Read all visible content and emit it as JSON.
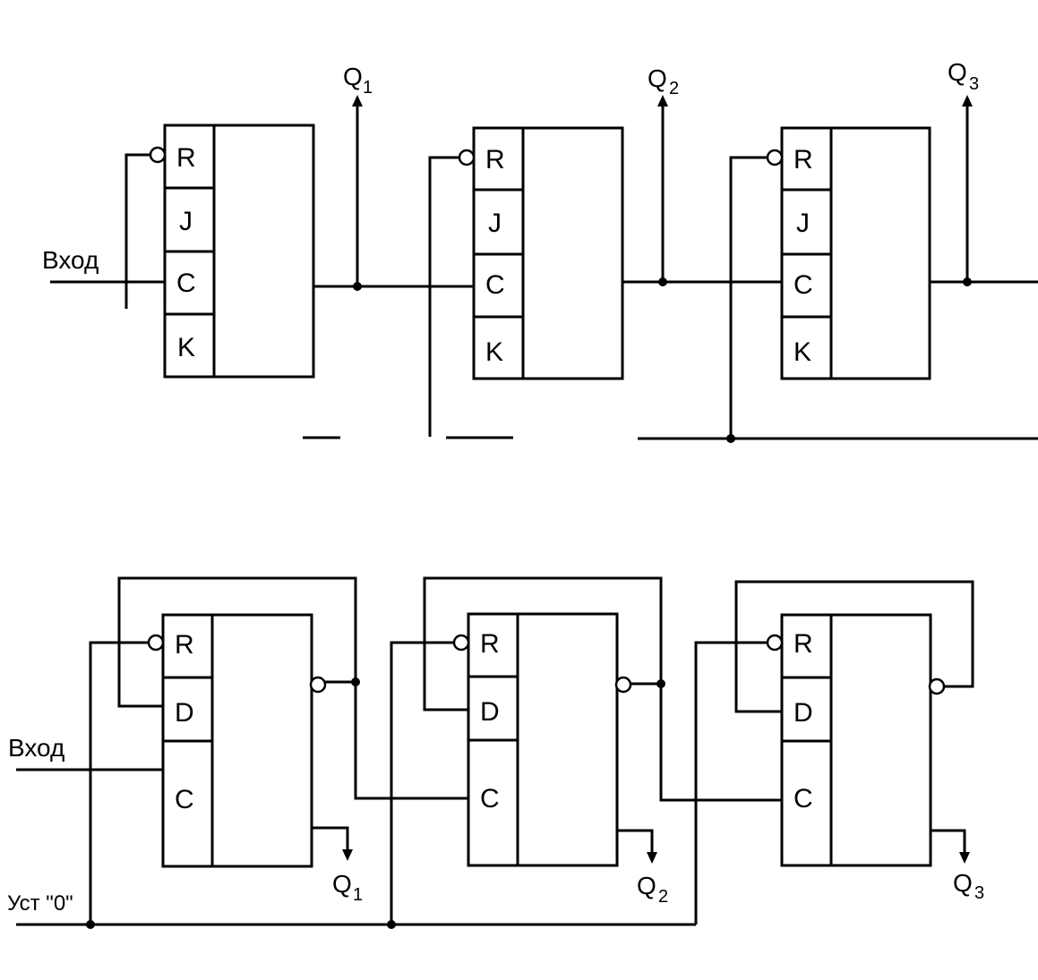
{
  "jk_counter": {
    "input_label": "Вход",
    "outputs": [
      {
        "name": "Q",
        "index": "1"
      },
      {
        "name": "Q",
        "index": "2"
      },
      {
        "name": "Q",
        "index": "3"
      }
    ],
    "pins": {
      "r": "R",
      "j": "J",
      "c": "C",
      "k": "K"
    }
  },
  "d_counter": {
    "input_label": "Вход",
    "reset_label": "Уст \"0\"",
    "outputs": [
      {
        "name": "Q",
        "index": "1"
      },
      {
        "name": "Q",
        "index": "2"
      },
      {
        "name": "Q",
        "index": "3"
      }
    ],
    "pins": {
      "r": "R",
      "d": "D",
      "c": "C"
    }
  }
}
